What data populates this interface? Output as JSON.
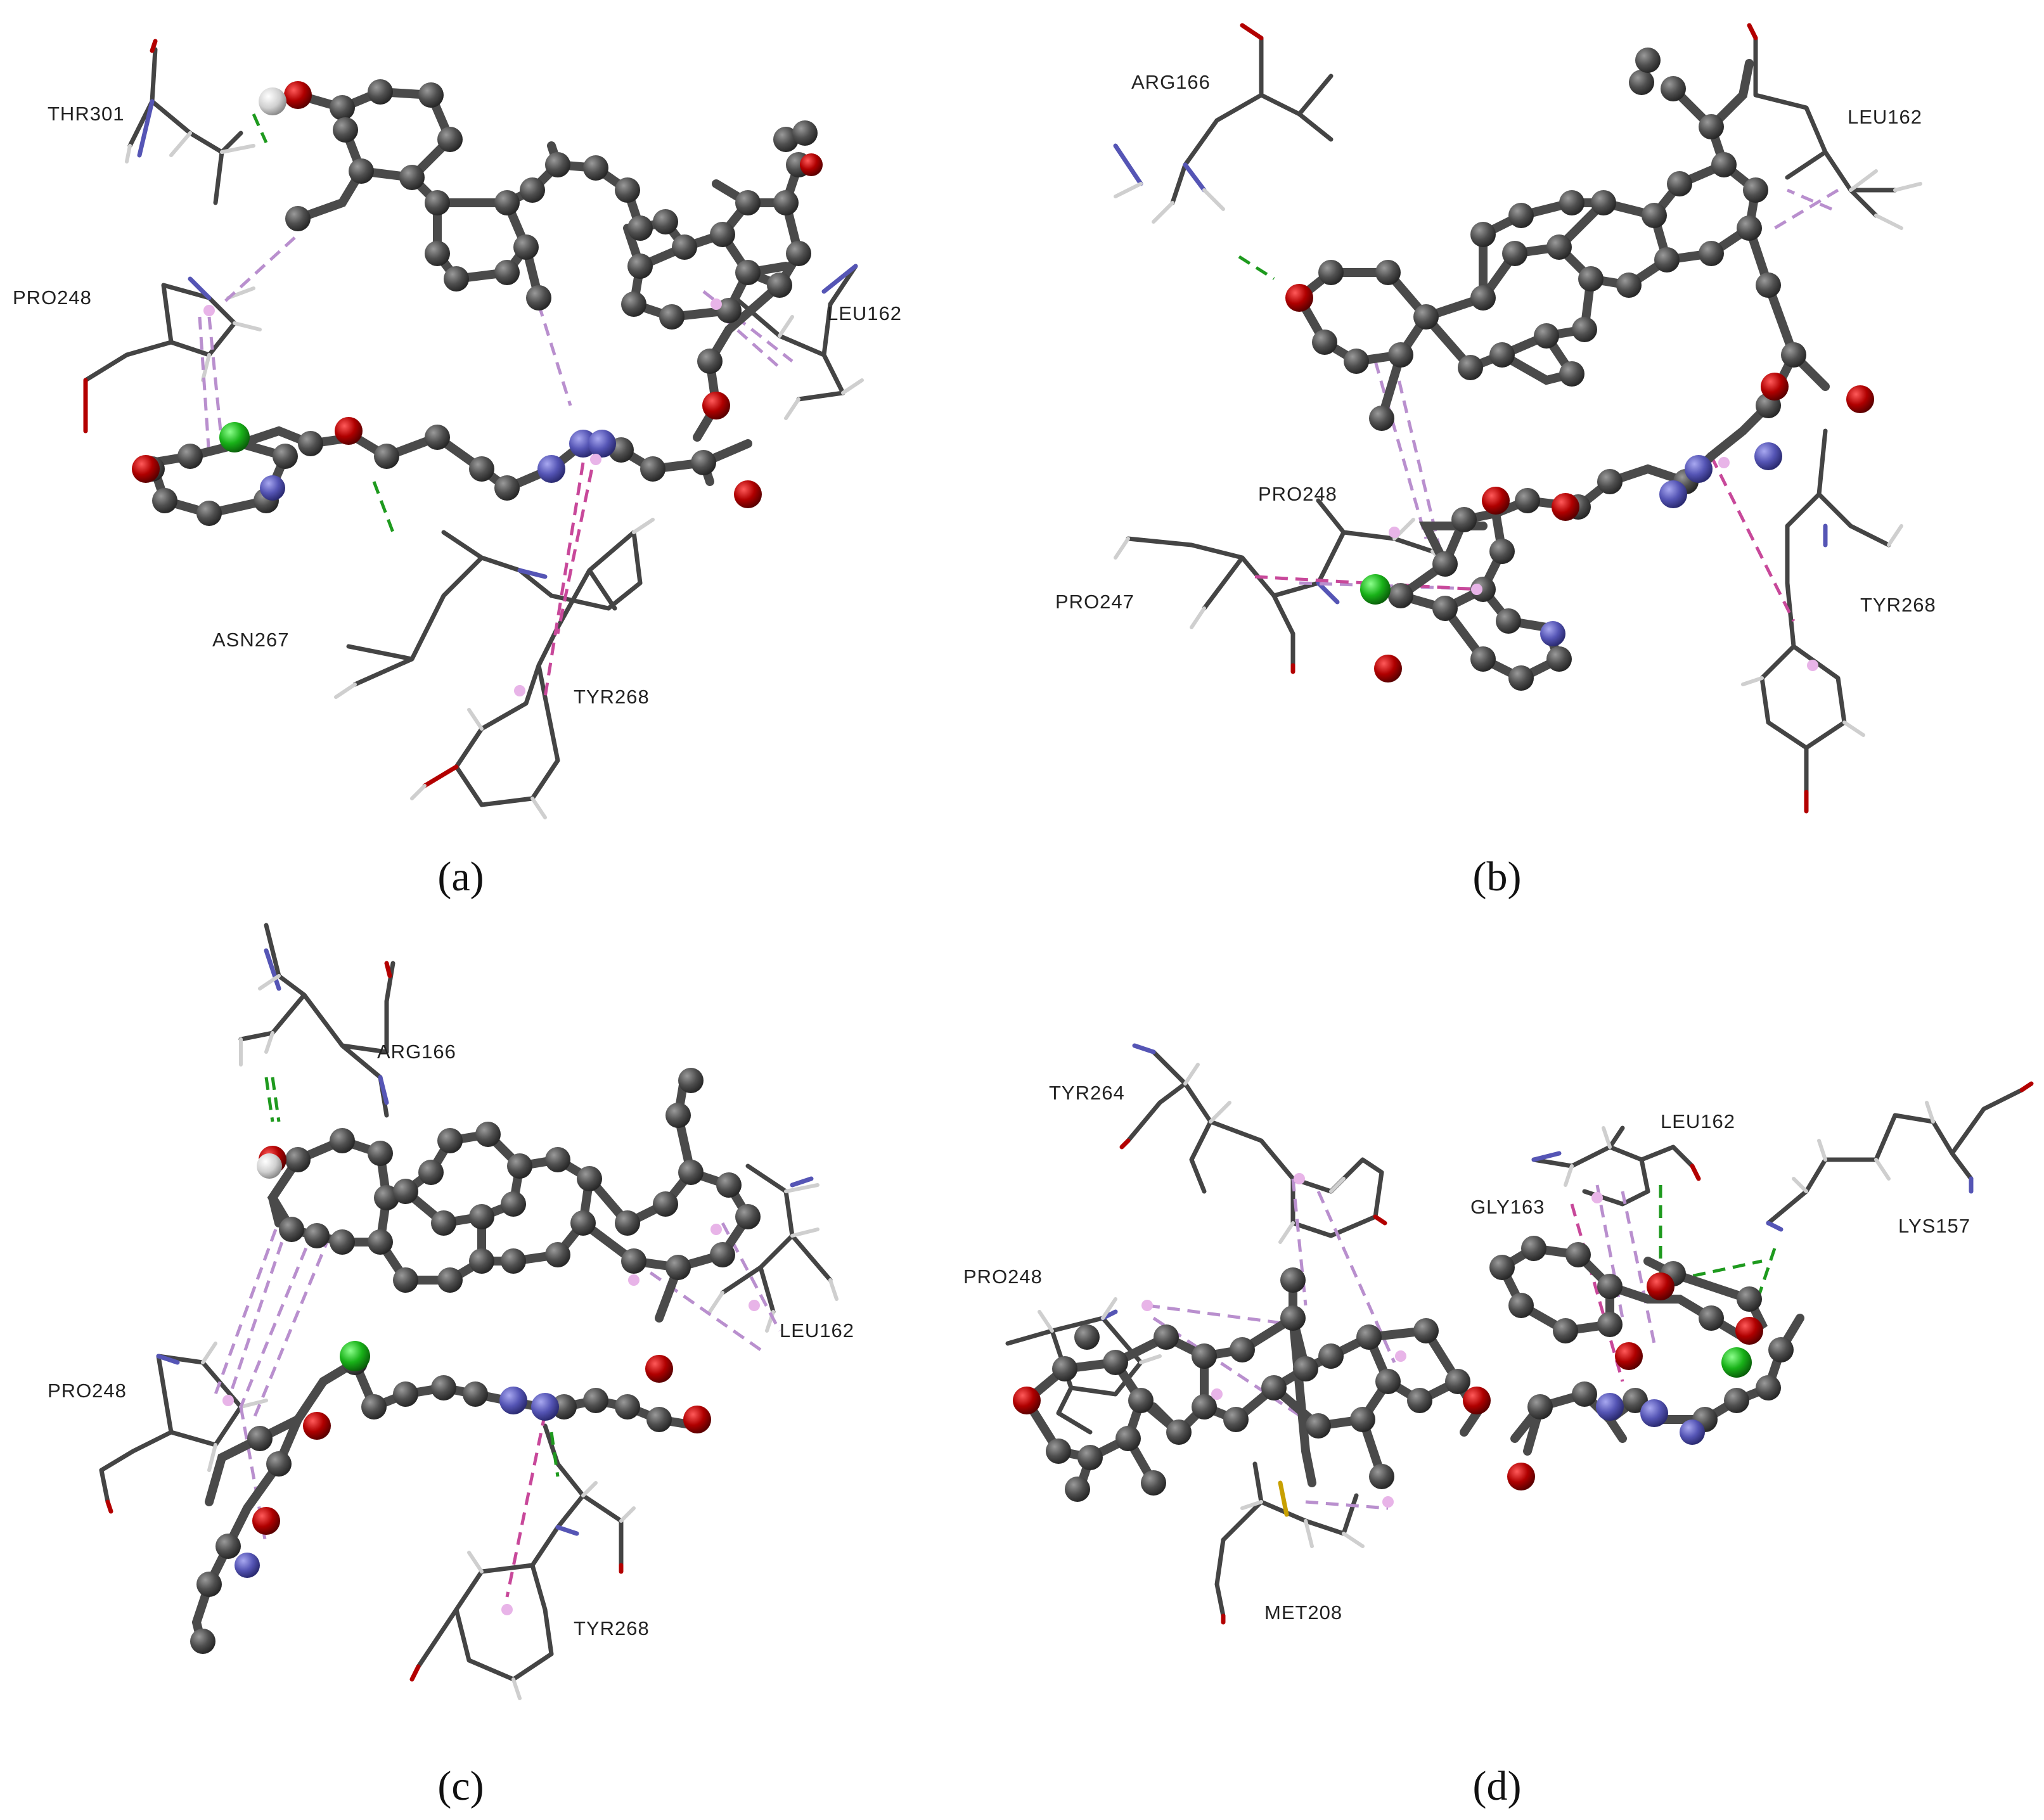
{
  "colors": {
    "carbon": "#4a4a4a",
    "oxygen": "#b30000",
    "nitrogen": "#5555b5",
    "chlorine": "#19b219",
    "sulfur": "#c8a000",
    "hydrogen": "#c8c8c8",
    "hbond": "#1e9a1e",
    "alkyl": "#b98fce",
    "pi_interaction": "#c8489a",
    "background": "#ffffff"
  },
  "panels": [
    {
      "caption": "(a)",
      "residues": [
        "THR301",
        "PRO248",
        "LEU162",
        "ASN267",
        "TYR268"
      ]
    },
    {
      "caption": "(b)",
      "residues": [
        "ARG166",
        "LEU162",
        "PRO248",
        "PRO247",
        "TYR268"
      ]
    },
    {
      "caption": "(c)",
      "residues": [
        "ARG166",
        "LEU162",
        "PRO248",
        "TYR268"
      ]
    },
    {
      "caption": "(d)",
      "residues": [
        "TYR264",
        "LEU162",
        "GLY163",
        "LYS157",
        "PRO248",
        "MET208"
      ]
    }
  ]
}
